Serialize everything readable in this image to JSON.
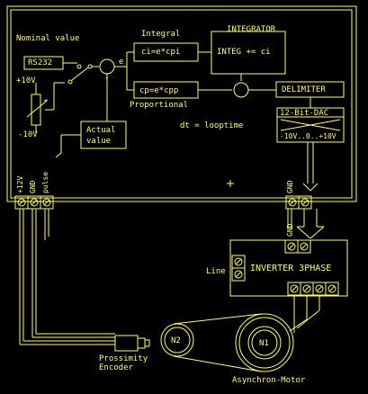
{
  "color": "#ffff66",
  "controller": {
    "nominal_value": "Nominal value",
    "rs232": "RS232",
    "plus10": "+10V",
    "minus10": "-10V",
    "minus_sign": "-",
    "e_label": "e",
    "integral_label": "Integral",
    "ci_formula": "ci=e*cpi",
    "integrator_title": "INTEGRATOR",
    "integ_formula": "INTEG += ci",
    "cp_formula": "cp=e*cpp",
    "proportional_label": "Proportional",
    "delimiter": "DELIMITER",
    "dac_label": "12-Bit-DAC",
    "dac_range": "-10V..0..+10V",
    "actual_line1": "Actual",
    "actual_line2": "value",
    "loop_time": "dt = looptime",
    "terminal_12v": "+12V",
    "terminal_gnd": "GND",
    "terminal_pulse": "pulse",
    "terminal_gnd_right": "GND"
  },
  "inverter": {
    "title": "INVERTER 3PHASE",
    "line_label": "Line",
    "gnd_label": "GND"
  },
  "devices": {
    "n2": "N2",
    "n1": "N1",
    "encoder_line1": "Prossimity",
    "encoder_line2": "Encoder",
    "motor": "Asynchron-Motor"
  }
}
